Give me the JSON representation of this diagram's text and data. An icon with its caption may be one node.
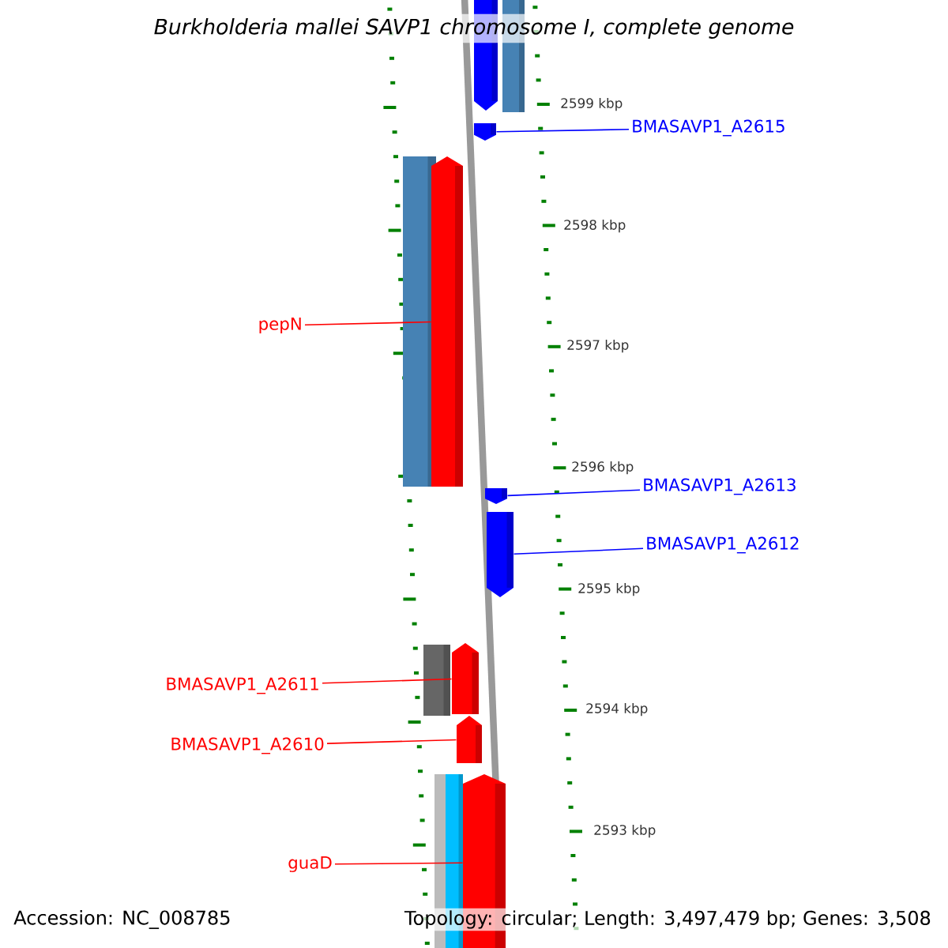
{
  "diagram": {
    "title": "Burkholderia mallei SAVP1 chromosome I, complete genome",
    "nodes": [
      {
        "text": [],
        "shape": "arrow"
      },
      {
        "text": [],
        "shape": "bar"
      },
      {
        "text": [
          "BMASAVP1_A2615"
        ]
      },
      {
        "text": [],
        "shape": "arrow"
      },
      {
        "text": [
          "pepN"
        ]
      },
      {
        "text": [],
        "shape": "bar"
      },
      {
        "text": [],
        "shape": "arrow"
      },
      {
        "text": [
          "BMASAVP1_A2613"
        ]
      },
      {
        "text": [],
        "shape": "arrow"
      },
      {
        "text": [
          "BMASAVP1_A2612"
        ]
      },
      {
        "text": [],
        "shape": "arrow"
      },
      {
        "text": [
          "BMASAVP1_A2611"
        ]
      },
      {
        "text": [],
        "shape": "bar"
      },
      {
        "text": [],
        "shape": "arrow"
      },
      {
        "text": [
          "BMASAVP1_A2610"
        ]
      },
      {
        "text": [],
        "shape": "arrow"
      },
      {
        "text": [
          "guaD"
        ]
      },
      {
        "text": [],
        "shape": "bar"
      },
      {
        "text": [],
        "shape": "bar"
      },
      {
        "text": [],
        "shape": "arrow"
      }
    ],
    "edges": [
      {
        "from": 2,
        "to": 3,
        "arrow": "none",
        "color": "#0000ff"
      },
      {
        "from": 4,
        "to": 6,
        "arrow": "none"
      },
      {
        "from": 7,
        "to": 8,
        "arrow": "none",
        "color": "#0000ff"
      },
      {
        "from": 9,
        "to": 10,
        "arrow": "none",
        "color": "#0000ff"
      },
      {
        "from": 11,
        "to": 13,
        "arrow": "none"
      },
      {
        "from": 14,
        "to": 15,
        "arrow": "none"
      },
      {
        "from": 16,
        "to": 19,
        "arrow": "none"
      }
    ],
    "labels": [
      "2599 kbp",
      "2598 kbp",
      "2597 kbp",
      "2596 kbp",
      "2595 kbp",
      "2594 kbp",
      "2593 kbp",
      "Accession: NC_008785",
      "Topology: circular; Length: 3,497,479 bp; Genes: 3,508"
    ]
  }
}
